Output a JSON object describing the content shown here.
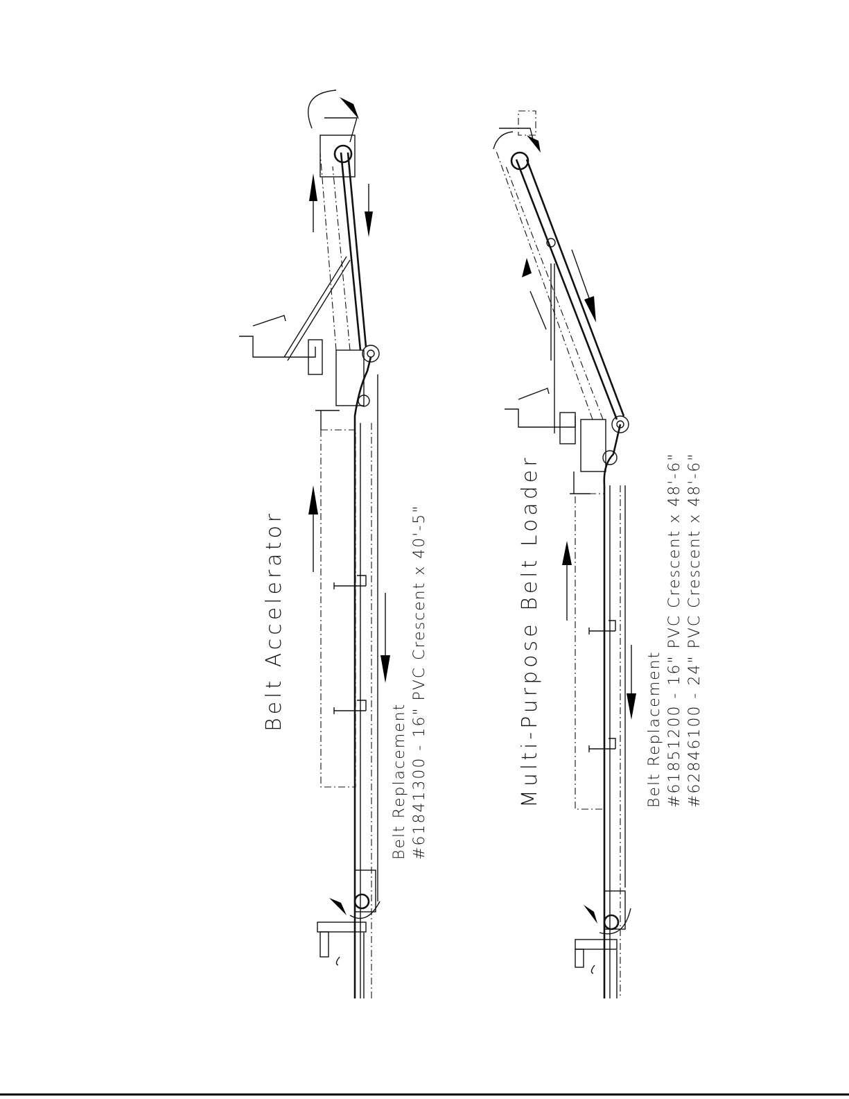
{
  "accelerator": {
    "title": "Belt Accelerator",
    "belt_heading": "Belt Replacement",
    "belt_parts": [
      "#61841300 - 16\" PVC Crescent x 40'-5\""
    ]
  },
  "loader": {
    "title": "Multi-Purpose Belt Loader",
    "belt_heading": "Belt Replacement",
    "belt_parts": [
      "#61851200 - 16\" PVC Crescent x 48'-6\"",
      "#62846100 - 24\" PVC Crescent x 48'-6\""
    ]
  }
}
